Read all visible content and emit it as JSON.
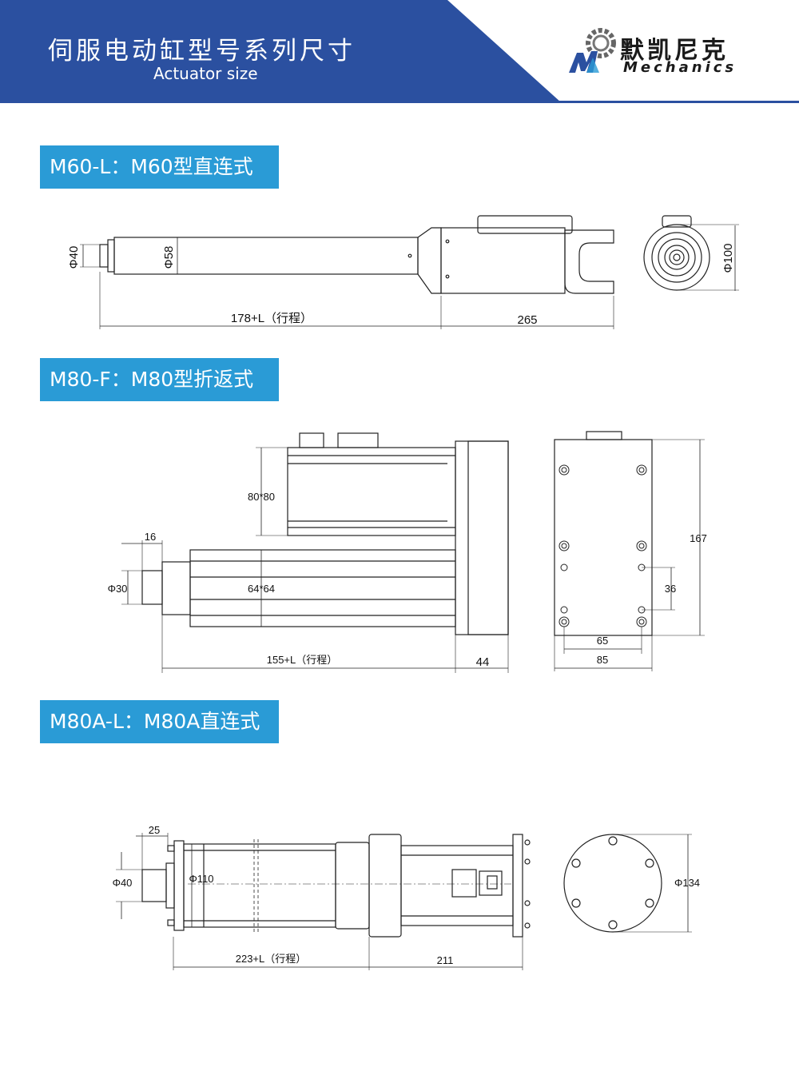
{
  "header": {
    "title_cn": "伺服电动缸型号系列尺寸",
    "title_en": "Actuator size",
    "brand_cn": "默凯尼克",
    "brand_en": "Mechanics",
    "colors": {
      "band": "#2b50a0",
      "accent": "#2a9bd6"
    }
  },
  "sections": [
    {
      "label": "M60-L：M60型直连式",
      "dims": {
        "rod_dia": "Φ40",
        "body_dia": "Φ58",
        "stroke": "178+L（行程）",
        "length": "265",
        "end_dia": "Φ100"
      }
    },
    {
      "label": "M80-F：M80型折返式",
      "dims": {
        "motor_size": "80*80",
        "body_size": "64*64",
        "rod_len": "16",
        "rod_dia": "Φ30",
        "stroke": "155+L（行程）",
        "end_len": "44",
        "height": "167",
        "hole_pitch_v": "36",
        "hole_pitch_h": "65",
        "width": "85"
      }
    },
    {
      "label": "M80A-L：M80A直连式",
      "dims": {
        "rod_len": "25",
        "rod_dia": "Φ40",
        "body_dia": "Φ110",
        "stroke": "223+L（行程）",
        "length": "211",
        "end_dia": "Φ134"
      }
    }
  ]
}
